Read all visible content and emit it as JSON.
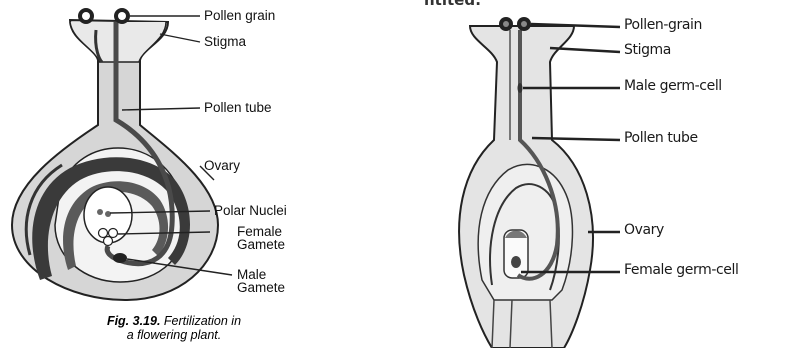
{
  "left_figure": {
    "labels": {
      "pollen_grain": "Pollen grain",
      "stigma": "Stigma",
      "pollen_tube": "Pollen tube",
      "ovary": "Ovary",
      "polar_nuclei": "Polar Nuclei",
      "female_gamete_1": "Female",
      "female_gamete_2": "Gamete",
      "male_gamete_1": "Male",
      "male_gamete_2": "Gamete"
    },
    "caption": {
      "fig_no": "Fig. 3.19.",
      "line1": "Fertilization in",
      "line2": "a flowering plant."
    }
  },
  "right_figure": {
    "cut_text": "ntited:",
    "labels": {
      "pollen_grain": "Pollen-grain",
      "stigma": "Stigma",
      "male_germ_cell": "Male germ-cell",
      "pollen_tube": "Pollen tube",
      "ovary": "Ovary",
      "female_germ_cell": "Female germ-cell"
    }
  }
}
